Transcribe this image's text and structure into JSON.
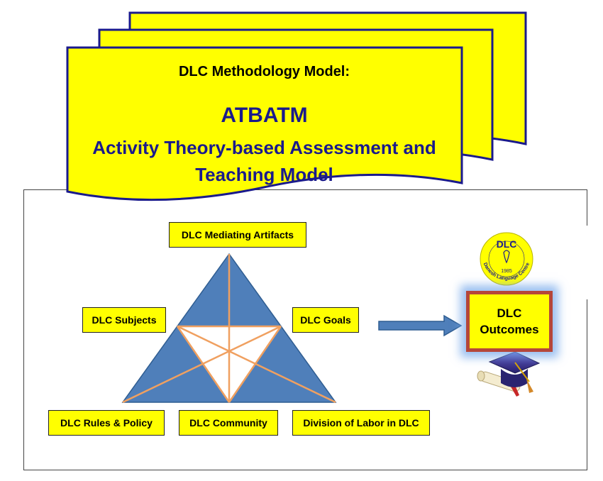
{
  "banner": {
    "subtitle": "DLC Methodology Model:",
    "acronym": "ATBATM",
    "full_title": "Activity Theory-based Assessment and Teaching Model"
  },
  "triangle": {
    "top_label": "DLC Mediating Artifacts",
    "left_label": "DLC Subjects",
    "right_label": "DLC Goals",
    "bottom_left_label": "DLC Rules & Policy",
    "bottom_center_label": "DLC Community",
    "bottom_right_label": "Division of Labor in DLC"
  },
  "logo": {
    "initials": "DLC",
    "year": "1985",
    "ring_text": "Danesh Language Centre"
  },
  "outcome": {
    "line1": "DLC",
    "line2": "Outcomes"
  },
  "colors": {
    "banner_fill": "#ffff00",
    "banner_border": "#1a1a8c",
    "triangle_fill": "#4f7fba",
    "triangle_lines": "#f0a060",
    "arrow_fill": "#4f7fba",
    "outcome_border": "#b5463a",
    "outcome_glow": "#8fbfef"
  },
  "icons": [
    "graduation-cap-icon",
    "diploma-scroll-icon",
    "dlc-logo-icon"
  ]
}
